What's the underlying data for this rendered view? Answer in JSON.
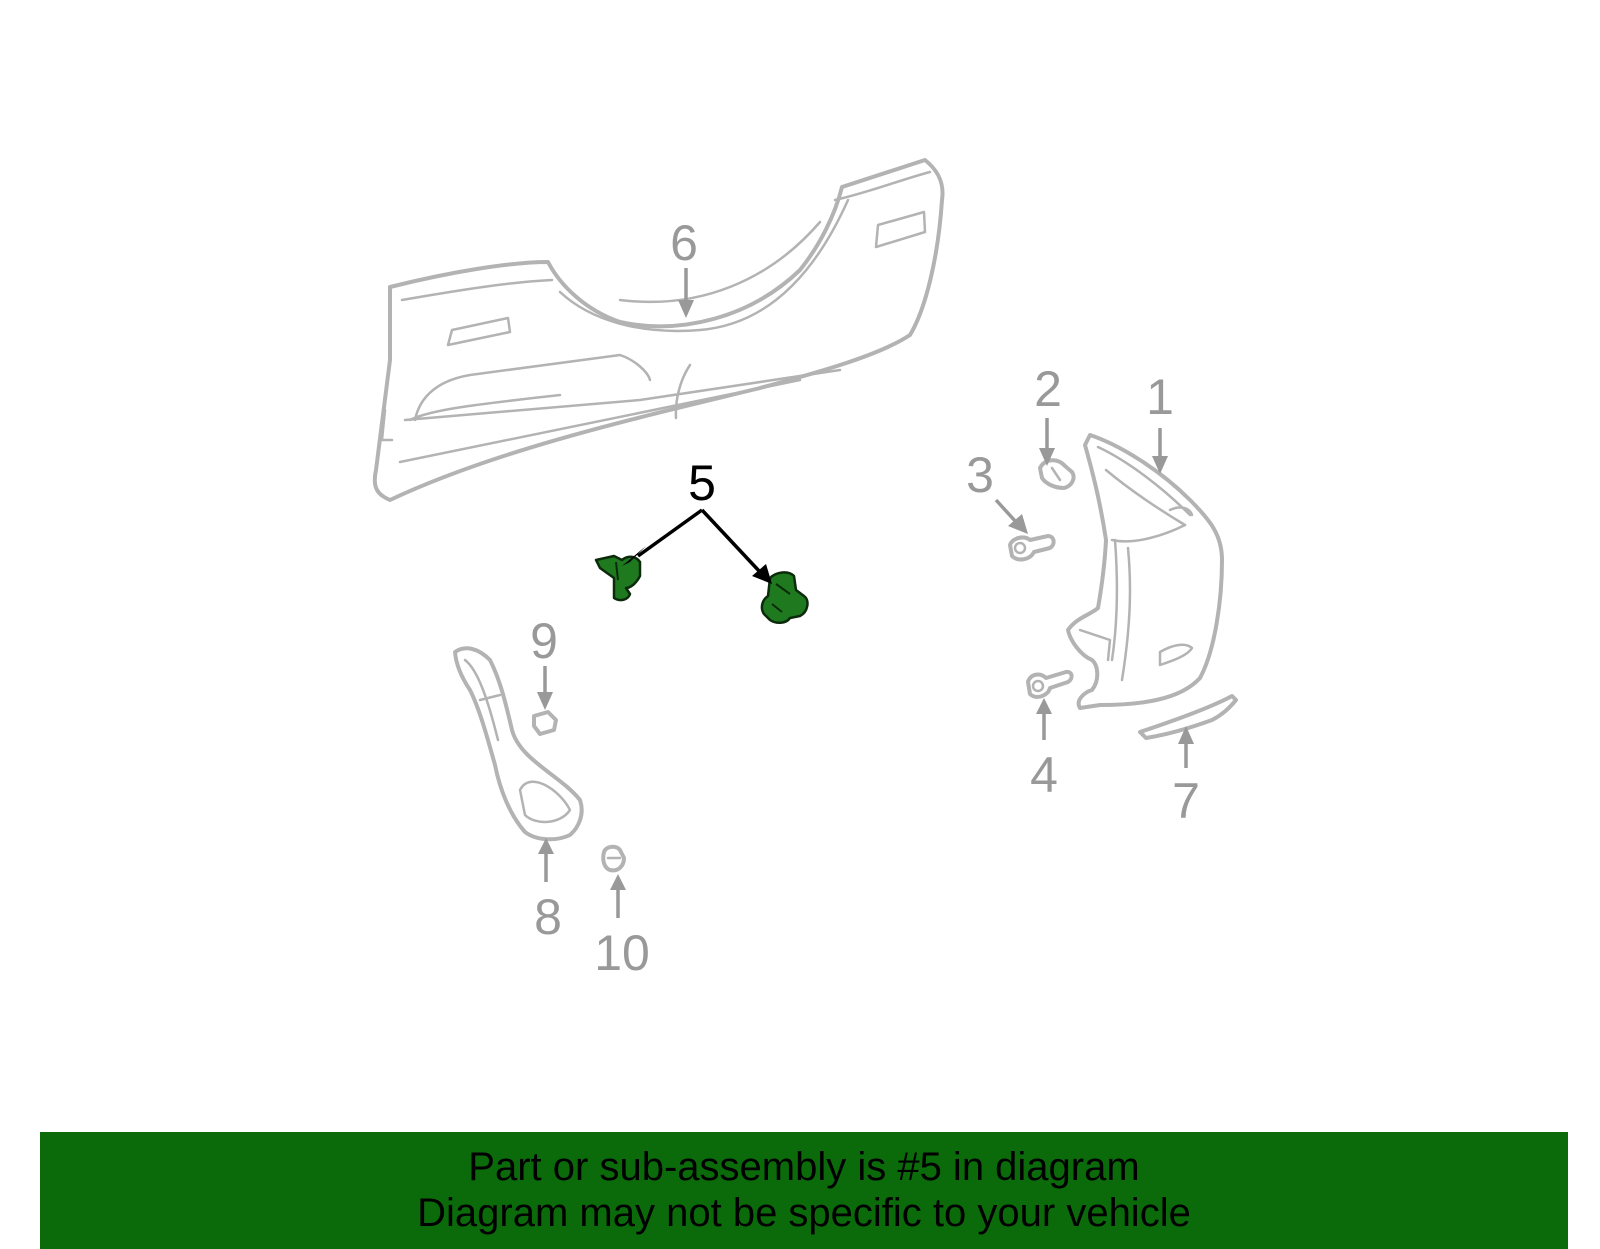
{
  "callouts": {
    "c1": "1",
    "c2": "2",
    "c3": "3",
    "c4": "4",
    "c5": "5",
    "c6": "6",
    "c7": "7",
    "c8": "8",
    "c9": "9",
    "c10": "10"
  },
  "highlighted_part": "5",
  "colors": {
    "part_stroke": "#b3b3b3",
    "callout": "#999999",
    "highlight_fill": "#1f7a1f",
    "banner_bg": "#0b6b0b"
  },
  "banner": {
    "line1": "Part or sub-assembly is #5 in diagram",
    "line2": "Diagram may not be specific to your vehicle"
  }
}
